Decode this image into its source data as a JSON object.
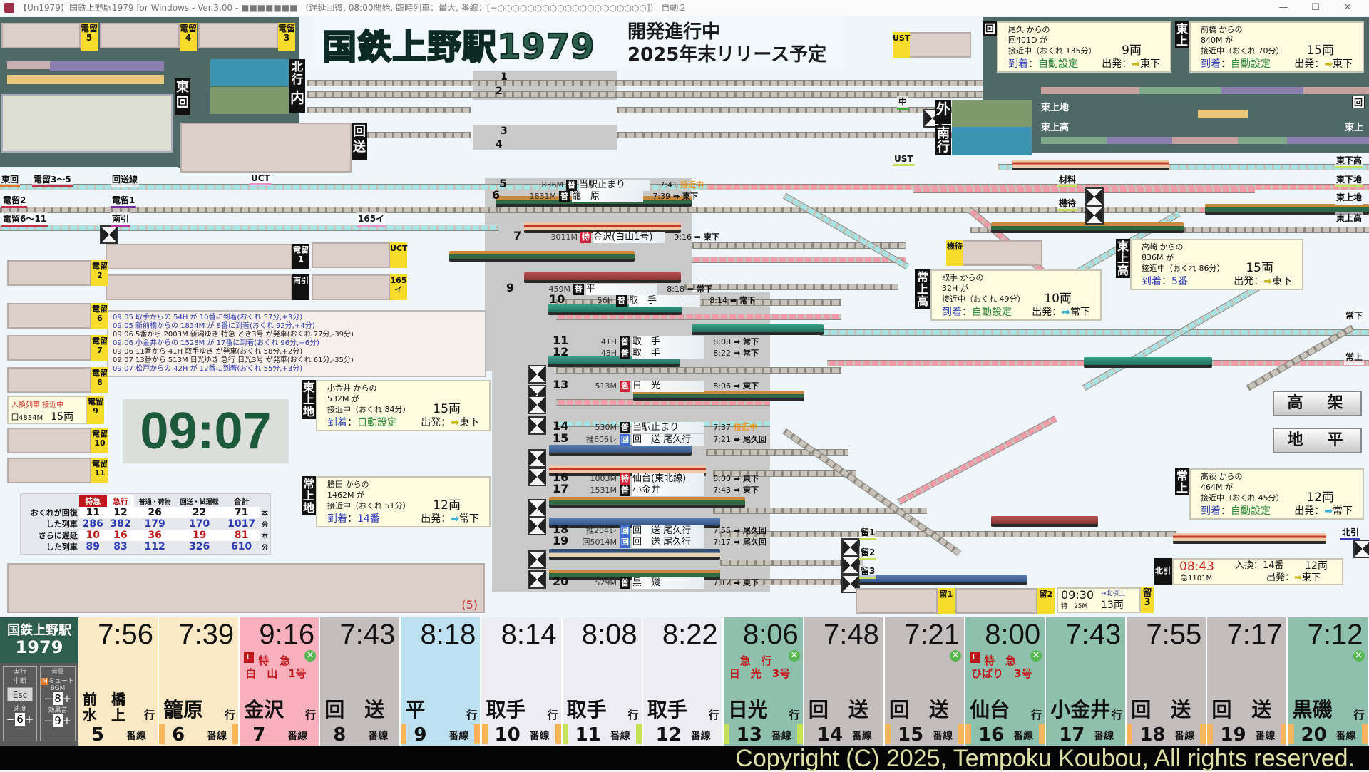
{
  "window": {
    "title": "【Un1979】国鉄上野駅1979 for Windows - Ver.3.00 - ■■■■■■■ （遅延回復, 08:00開始, 臨時列車：最大, 番線：[−○○○○○○○○○○○○○○○○○○○○]） 自動２",
    "minimize": "—",
    "maximize": "☐",
    "close": "✕"
  },
  "banner": {
    "logo": "国鉄上野駅1979",
    "line1": "開発進行中",
    "line2": "2025年末リリース予定"
  },
  "top_yards": [
    {
      "label": "電留",
      "num": "5"
    },
    {
      "label": "電留",
      "num": "4"
    },
    {
      "label": "電留",
      "num": "3"
    }
  ],
  "panel_tags": [
    "北行",
    "内",
    "東回",
    "回送",
    "外",
    "南行",
    "回",
    "東上"
  ],
  "panel_labels": [
    "東上地",
    "東上高"
  ],
  "map_labels": [
    "東回",
    "電留3～5",
    "回送線",
    "UCT",
    "電留2",
    "電留1",
    "電留6～11",
    "南引",
    "165イ",
    "UST",
    "中",
    "材料",
    "機待",
    "東下高",
    "東下地",
    "東上地",
    "東上高",
    "常下",
    "常上",
    "北引",
    "留1",
    "留2",
    "留3"
  ],
  "platform_area_labels": [
    "1",
    "2",
    "3",
    "4"
  ],
  "small_yards": [
    {
      "tag": "電留1"
    },
    {
      "tag": "南引"
    },
    {
      "tag": "UCT"
    },
    {
      "tag": "165イ"
    },
    {
      "tag": "機待"
    },
    {
      "tag": "UST"
    },
    {
      "tag": "電留2"
    },
    {
      "tag": "電留6"
    },
    {
      "tag": "電留7"
    },
    {
      "tag": "電留8"
    },
    {
      "tag": "電留9"
    },
    {
      "tag": "電留10"
    },
    {
      "tag": "電留11"
    },
    {
      "tag": "留1"
    },
    {
      "tag": "留2"
    }
  ],
  "shunt_notice": {
    "title": "入換列車 接近中",
    "train": "回4834M",
    "cars": "15両"
  },
  "approach_boxes": [
    {
      "tag": "回",
      "from": "尾久 からの",
      "train": "回401D が",
      "status": "接近中（おくれ 135分）",
      "cars": "9両",
      "arr_label": "到着",
      "arr": "自動設定",
      "dep_label": "出発",
      "dep": "東下",
      "dep_color": "#c8b81a"
    },
    {
      "tag": "東上",
      "from": "前橋 からの",
      "train": "840M が",
      "status": "接近中（おくれ 70分）",
      "cars": "15両",
      "arr_label": "到着",
      "arr": "自動設定",
      "dep_label": "出発",
      "dep": "東下",
      "dep_color": "#c8b81a"
    },
    {
      "tag": "常上高",
      "from": "取手 からの",
      "train": "32H が",
      "status": "接近中（おくれ 49分）",
      "cars": "10両",
      "arr_label": "到着",
      "arr": "自動設定",
      "dep_label": "出発",
      "dep": "常下",
      "dep_color": "#3ab0d0"
    },
    {
      "tag": "東上高",
      "from": "高崎 からの",
      "train": "836M が",
      "status": "接近中（おくれ 86分）",
      "cars": "15両",
      "arr_label": "到着",
      "arr": "5番",
      "dep_label": "出発",
      "dep": "東下",
      "dep_color": "#c8b81a"
    },
    {
      "tag": "東上地",
      "from": "小金井 からの",
      "train": "532M が",
      "status": "接近中（おくれ 84分）",
      "cars": "15両",
      "arr_label": "到着",
      "arr": "自動設定",
      "dep_label": "出発",
      "dep": "東下",
      "dep_color": "#c8b81a"
    },
    {
      "tag": "常上地",
      "from": "勝田 からの",
      "train": "1462M が",
      "status": "接近中（おくれ 51分）",
      "cars": "12両",
      "arr_label": "到着",
      "arr": "14番",
      "dep_label": "出発",
      "dep": "常下",
      "dep_color": "#3ab0d0"
    },
    {
      "tag": "常上",
      "from": "高萩 からの",
      "train": "464M が",
      "status": "接近中（おくれ 45分）",
      "cars": "12両",
      "arr_label": "到着",
      "arr": "自動設定",
      "dep_label": "出発",
      "dep": "常下",
      "dep_color": "#3ab0d0"
    }
  ],
  "kitabiki_box": {
    "tag": "北引",
    "time": "08:43",
    "train": "急1101M",
    "shunt": "入換：14番",
    "cars": "12両",
    "dep_label": "出発",
    "dep": "東下"
  },
  "ryu3_box": {
    "time": "09:30",
    "dir": "→北引上",
    "train": "特　25M",
    "cars": "13両",
    "tag": "留3"
  },
  "log": [
    {
      "text": "09:05 取手からの 54H が 10番に到着(おくれ 57分,+3分)",
      "kind": "arrival"
    },
    {
      "text": "09:05 新前橋からの 1834M が 8番に到着(おくれ 92分,+4分)",
      "kind": "arrival"
    },
    {
      "text": "09:06 5番から 2003M 新潟ゆき 特急 とき3号 が発車(おくれ 77分,-39分)",
      "kind": "departure"
    },
    {
      "text": "09:06 小金井からの 1528M が 17番に到着(おくれ 96分,+6分)",
      "kind": "arrival"
    },
    {
      "text": "09:06 11番から 41H 取手ゆき が発車(おくれ 58分,+2分)",
      "kind": "departure"
    },
    {
      "text": "09:07 13番から 513M 日光ゆき 急行 日光3号 が発車(おくれ 61分,-35分)",
      "kind": "departure"
    },
    {
      "text": "09:07 松戸からの 42H が 12番に到着(おくれ 55分,+3分)",
      "kind": "arrival"
    }
  ],
  "clock": "09:07",
  "stats": {
    "headers": [
      "特急",
      "急行",
      "普通・荷物",
      "回送・試運転",
      "合計"
    ],
    "rows": [
      {
        "label1": "おくれが回復",
        "label2": "した列車",
        "counts": [
          "11",
          "12",
          "26",
          "22",
          "71"
        ],
        "minutes": [
          "286",
          "382",
          "179",
          "170",
          "1017"
        ]
      },
      {
        "label1": "さらに遅延",
        "label2": "した列車",
        "counts": [
          "10",
          "16",
          "36",
          "19",
          "81"
        ],
        "minutes": [
          "89",
          "83",
          "112",
          "326",
          "610"
        ]
      }
    ],
    "unit_count": "本",
    "unit_min": "分"
  },
  "empty_panel_count": "(5)",
  "buttons": {
    "elevated": "高　架",
    "ground": "地　平"
  },
  "platforms": [
    {
      "no": "5",
      "train": "836M",
      "type": "普",
      "dest": "当駅止まり",
      "time": "7:41",
      "status": "接近中"
    },
    {
      "no": "6",
      "train": "1831M",
      "type": "普",
      "dest": "籠　原",
      "time": "7:39",
      "status": "➡ 東下"
    },
    {
      "no": "7",
      "train": "3011M",
      "type": "特",
      "dest": "金沢(白山1号)",
      "time": "9:16",
      "status": "➡ 東下"
    },
    {
      "no": "9",
      "train": "459M",
      "type": "普",
      "dest": "平",
      "time": "8:18",
      "status": "➡ 常下"
    },
    {
      "no": "10",
      "train": "56H",
      "type": "普",
      "dest": "取　手",
      "time": "8:14",
      "status": "➡ 常下"
    },
    {
      "no": "11",
      "train": "41H",
      "type": "普",
      "dest": "取　手",
      "time": "8:08",
      "status": "➡ 常下"
    },
    {
      "no": "12",
      "train": "43H",
      "type": "普",
      "dest": "取　手",
      "time": "8:22",
      "status": "➡ 常下"
    },
    {
      "no": "13",
      "train": "513M",
      "type": "急",
      "dest": "日　光",
      "time": "8:06",
      "status": "➡ 東下"
    },
    {
      "no": "14",
      "train": "530M",
      "type": "普",
      "dest": "当駅止まり",
      "time": "7:37",
      "status": "接近中"
    },
    {
      "no": "15",
      "train": "推606レ",
      "type": "回",
      "dest": "回　送 尾久行",
      "time": "7:21",
      "status": "➡ 尾久回"
    },
    {
      "no": "16",
      "train": "1003M",
      "type": "特",
      "dest": "仙台(東北線)",
      "time": "8:00",
      "status": "➡ 東下"
    },
    {
      "no": "17",
      "train": "1531M",
      "type": "普",
      "dest": "小金井",
      "time": "7:43",
      "status": "➡ 東下"
    },
    {
      "no": "18",
      "train": "推204レ",
      "type": "回",
      "dest": "回　送 尾久行",
      "time": "7:55",
      "status": "➡ 尾久回"
    },
    {
      "no": "19",
      "train": "回5014M",
      "type": "回",
      "dest": "回　送 尾久行",
      "time": "7:17",
      "status": "➡ 尾久回"
    },
    {
      "no": "20",
      "train": "529M",
      "type": "普",
      "dest": "黒　磯",
      "time": "7:12",
      "status": "➡ 東下"
    }
  ],
  "control_panel": {
    "logo1": "国鉄上野駅",
    "logo2": "1979",
    "run_label": "実行",
    "pause_label": "中断",
    "esc": "Esc",
    "speed_label": "速度",
    "speed": "6",
    "volume_label": "音量",
    "mute_key": "M",
    "mute_label": "ミュート",
    "bgm_label": "BGM",
    "bgm": "8",
    "se_label": "効果音",
    "se": "9",
    "minus": "−",
    "plus": "+"
  },
  "boards": [
    {
      "time": "7:56",
      "dest": "前橋水上",
      "small": true,
      "yuki": "行",
      "track": "5",
      "bg": "#fbe9c6",
      "stripe": ""
    },
    {
      "time": "7:39",
      "dest": "籠原",
      "yuki": "行",
      "track": "6",
      "bg": "#fbe9c6",
      "stripe": "#f8b55a"
    },
    {
      "time": "9:16",
      "type1": "特　急",
      "type2": "白　山　1号",
      "lmark": true,
      "clover": true,
      "dest": "金沢",
      "yuki": "行",
      "track": "7",
      "bg": "#f9b0bd",
      "stripe": ""
    },
    {
      "time": "7:43",
      "dest": "回　送",
      "yuki": "",
      "track": "8",
      "bg": "#c3bdbd",
      "stripe": ""
    },
    {
      "time": "8:18",
      "dest": "平",
      "yuki": "行",
      "track": "9",
      "bg": "#bde1f1",
      "stripe": "#f8b55a"
    },
    {
      "time": "8:14",
      "dest": "取手",
      "yuki": "行",
      "track": "10",
      "bg": "#ececf2",
      "stripe": "#f8b55a"
    },
    {
      "time": "8:08",
      "dest": "取手",
      "yuki": "行",
      "track": "11",
      "bg": "#ececf2",
      "stripe": "#c6e05a"
    },
    {
      "time": "8:22",
      "dest": "取手",
      "yuki": "行",
      "track": "12",
      "bg": "#ececf2",
      "stripe": ""
    },
    {
      "time": "8:06",
      "type1": "　急　行",
      "type2": "日　光　3号",
      "clover": true,
      "dest": "日光",
      "yuki": "行",
      "track": "13",
      "bg": "#8fc0ae",
      "stripe": "#c6e05a"
    },
    {
      "time": "7:48",
      "dest": "回　送",
      "yuki": "",
      "track": "14",
      "bg": "#c3bdbd",
      "stripe": ""
    },
    {
      "time": "7:21",
      "clover": true,
      "dest": "回　送",
      "yuki": "",
      "track": "15",
      "bg": "#c3bdbd",
      "stripe": "#f8b55a"
    },
    {
      "time": "8:00",
      "type1": "特　急",
      "type2": "ひばり　3号",
      "lmark": true,
      "clover": true,
      "dest": "仙台",
      "yuki": "行",
      "track": "16",
      "bg": "#8fc0ae",
      "stripe": "#f8b55a"
    },
    {
      "time": "7:43",
      "dest": "小金井",
      "yuki": "行",
      "track": "17",
      "bg": "#8fc0ae",
      "stripe": ""
    },
    {
      "time": "7:55",
      "dest": "回　送",
      "yuki": "",
      "track": "18",
      "bg": "#c3bdbd",
      "stripe": "#f8b55a"
    },
    {
      "time": "7:17",
      "dest": "回　送",
      "yuki": "",
      "track": "19",
      "bg": "#c3bdbd",
      "stripe": "#f8b55a"
    },
    {
      "time": "7:12",
      "clover": true,
      "dest": "黒磯",
      "yuki": "行",
      "track": "20",
      "bg": "#8fc0ae",
      "stripe": "#f8b55a"
    }
  ],
  "board_common": {
    "bansen": "番線",
    "lmark": "L",
    "clover": "✕"
  },
  "copyright": "Copyright (C) 2025, Tempoku Koubou, All rights reserved."
}
